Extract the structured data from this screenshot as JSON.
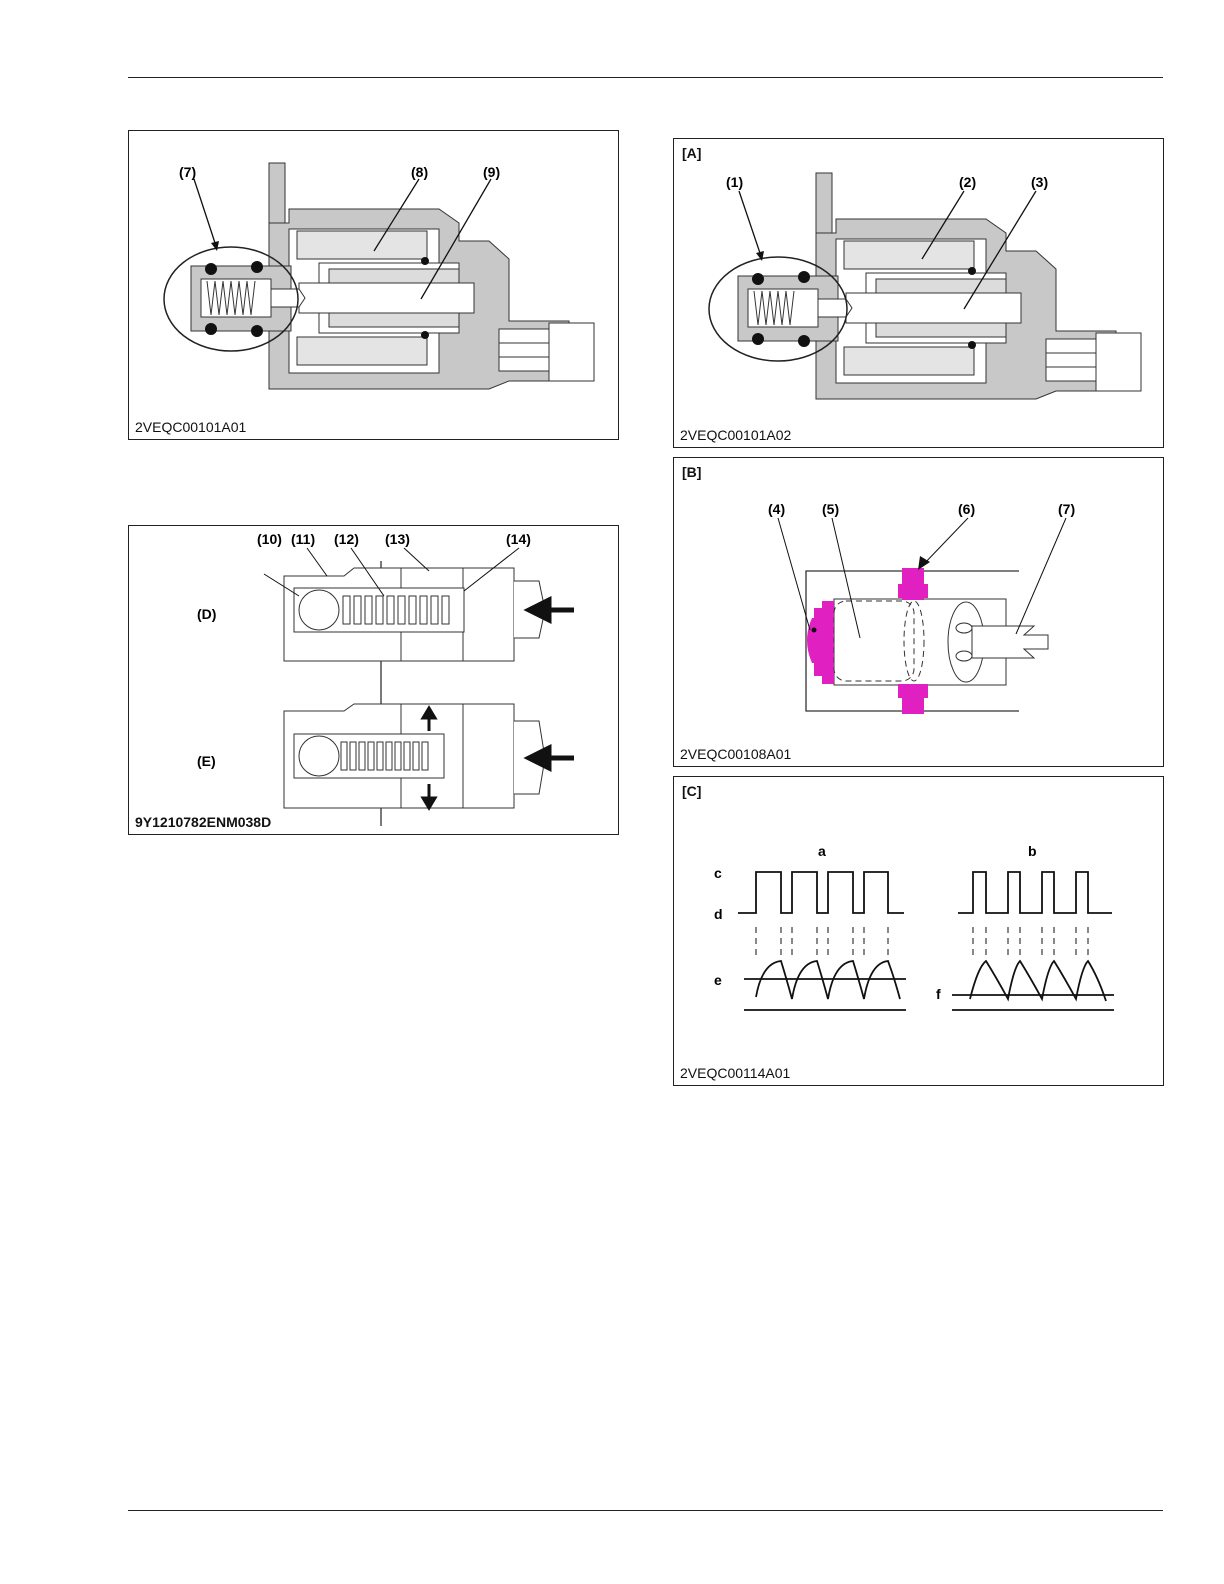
{
  "fig1": {
    "code": "2VEQC00101A01",
    "labels": [
      "(7)",
      "(8)",
      "(9)"
    ]
  },
  "fig2": {
    "code": "9Y1210782ENM038D",
    "labels": [
      "(10)",
      "(11)",
      "(12)",
      "(13)",
      "(14)",
      "(D)",
      "(E)"
    ]
  },
  "figA": {
    "tag": "[A]",
    "code": "2VEQC00101A02",
    "labels": [
      "(1)",
      "(2)",
      "(3)"
    ]
  },
  "figB": {
    "tag": "[B]",
    "code": "2VEQC00108A01",
    "labels": [
      "(4)",
      "(5)",
      "(6)",
      "(7)"
    ]
  },
  "figC": {
    "tag": "[C]",
    "code": "2VEQC00114A01",
    "labels": [
      "a",
      "b",
      "c",
      "d",
      "e",
      "f"
    ]
  },
  "colors": {
    "magenta": "#e020c0",
    "housing": "#c8c8c8",
    "coil": "#e4e4e4"
  }
}
